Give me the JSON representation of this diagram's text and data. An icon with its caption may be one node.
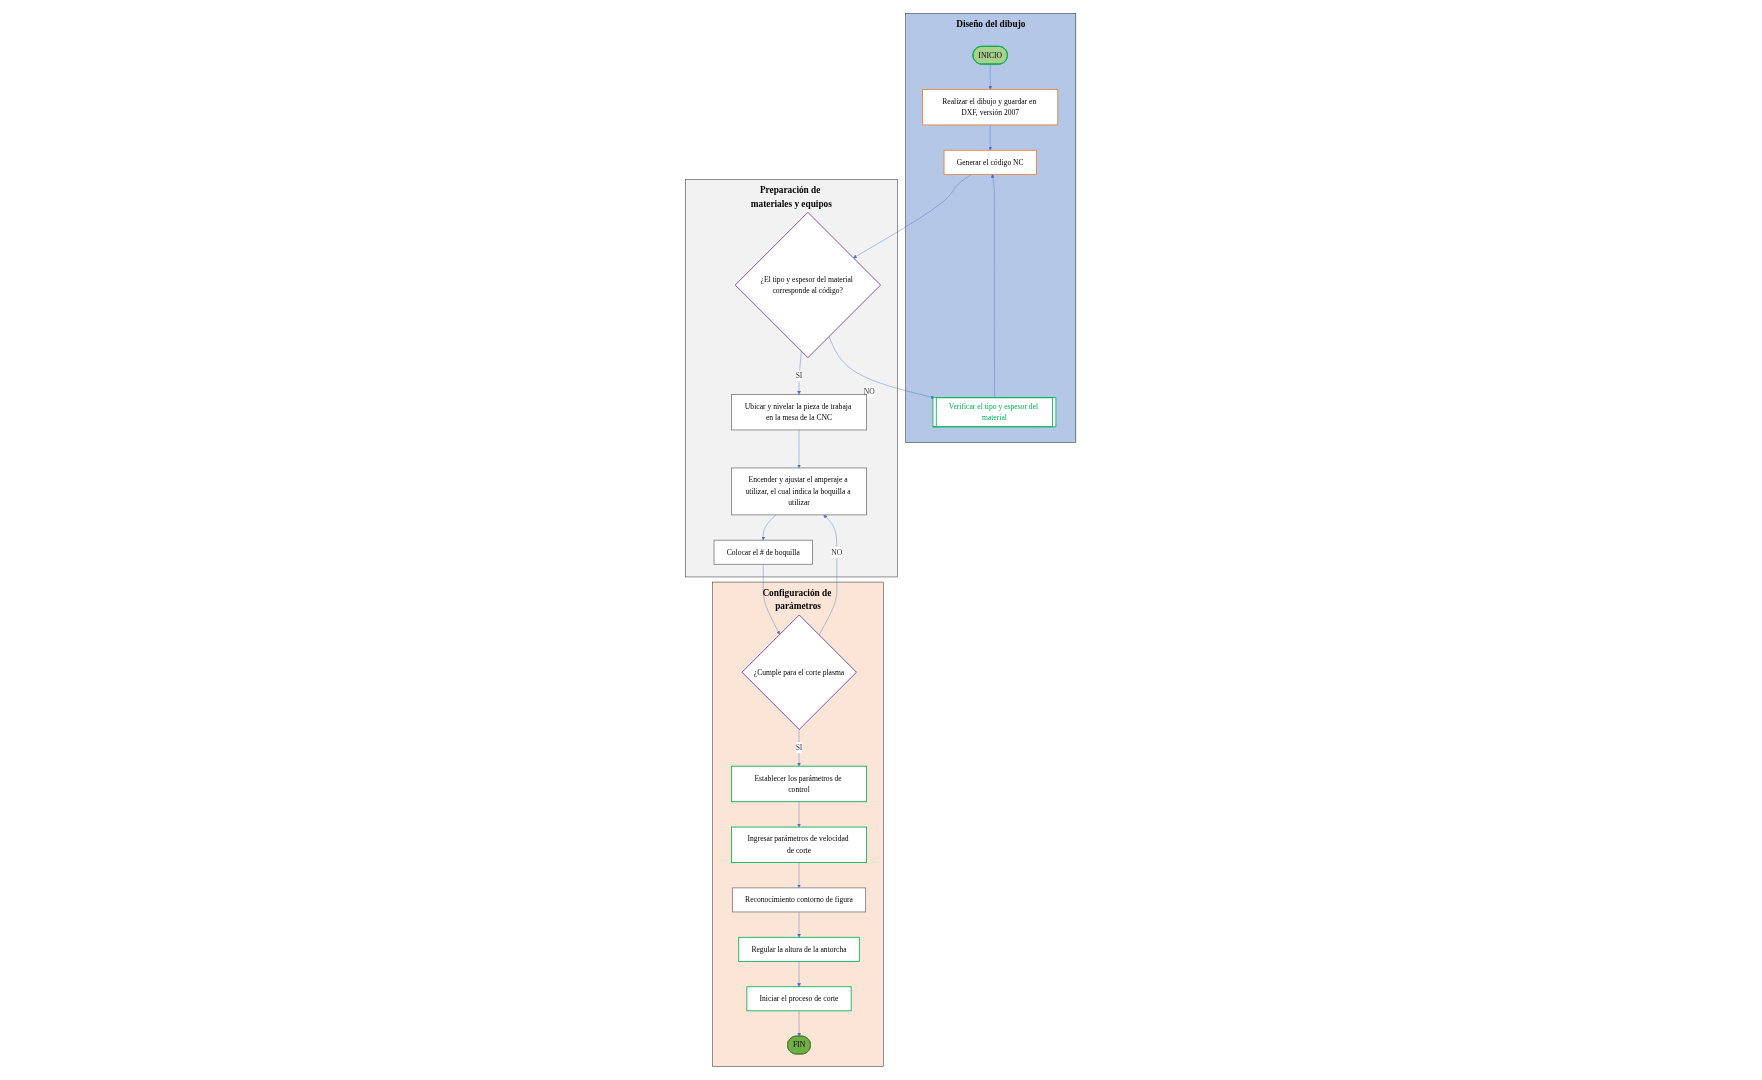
{
  "diagram": {
    "nodes": [
      {
        "text": [
          "Diseño del dibujo"
        ]
      },
      {
        "text": [
          "Preparación de materiales y equipos"
        ]
      },
      {
        "text": [
          "Configuración de parámetros"
        ]
      },
      {
        "text": [
          "INICIO"
        ],
        "in": 0
      },
      {
        "text": [
          "Realizar el dibujo y guardar en DXF, versión 2007"
        ],
        "in": 0
      },
      {
        "text": [
          "Generar el código NC"
        ],
        "in": 0
      },
      {
        "text": [
          "Verificar el tipo y espesor del material"
        ],
        "in": 0
      },
      {
        "text": [
          "¿El tipo y espesor del material corresponde al código?"
        ],
        "in": 1
      },
      {
        "text": [
          "Ubicar y nivelar la pieza de trabaja en la mesa de la CNC"
        ],
        "in": 1
      },
      {
        "text": [
          "Encender y ajustar el amperaje a utilizar, el cual indica la boquilla a utilizar"
        ],
        "in": 1
      },
      {
        "text": [
          "Colocar el # de boquilla"
        ],
        "in": 1
      },
      {
        "text": [
          "¿Cumple para el corte plasma"
        ],
        "in": 2
      },
      {
        "text": [
          "Establecer los parámetros de control"
        ],
        "in": 2
      },
      {
        "text": [
          "Ingresar parámetros de velocidad de corte"
        ],
        "in": 2
      },
      {
        "text": [
          "Reconocimiento contorno de figura"
        ],
        "in": 2
      },
      {
        "text": [
          "Regular la altura de la antorcha"
        ],
        "in": 2
      },
      {
        "text": [
          "Iniciar el proceso de corte"
        ],
        "in": 2
      },
      {
        "text": [
          "FIN"
        ],
        "in": 2
      }
    ],
    "edges": [
      {
        "from": 3,
        "to": 4,
        "arrow": "to"
      },
      {
        "from": 4,
        "to": 5,
        "arrow": "to"
      },
      {
        "from": 5,
        "to": 7,
        "arrow": "to"
      },
      {
        "from": 7,
        "to": 6,
        "arrow": "to",
        "label": "NO"
      },
      {
        "from": 7,
        "to": 8,
        "arrow": "to",
        "label": "SI"
      },
      {
        "from": 6,
        "to": 5,
        "arrow": "to"
      },
      {
        "from": 8,
        "to": 9,
        "arrow": "to"
      },
      {
        "from": 9,
        "to": 10,
        "arrow": "to"
      },
      {
        "from": 10,
        "to": 11,
        "arrow": "to"
      },
      {
        "from": 11,
        "to": 9,
        "arrow": "to",
        "label": "NO"
      },
      {
        "from": 11,
        "to": 12,
        "arrow": "to",
        "label": "SI"
      },
      {
        "from": 12,
        "to": 13,
        "arrow": "to"
      },
      {
        "from": 13,
        "to": 14,
        "arrow": "to"
      },
      {
        "from": 14,
        "to": 15,
        "arrow": "to"
      },
      {
        "from": 15,
        "to": 16,
        "arrow": "to"
      },
      {
        "from": 16,
        "to": 17,
        "arrow": "to"
      }
    ]
  }
}
